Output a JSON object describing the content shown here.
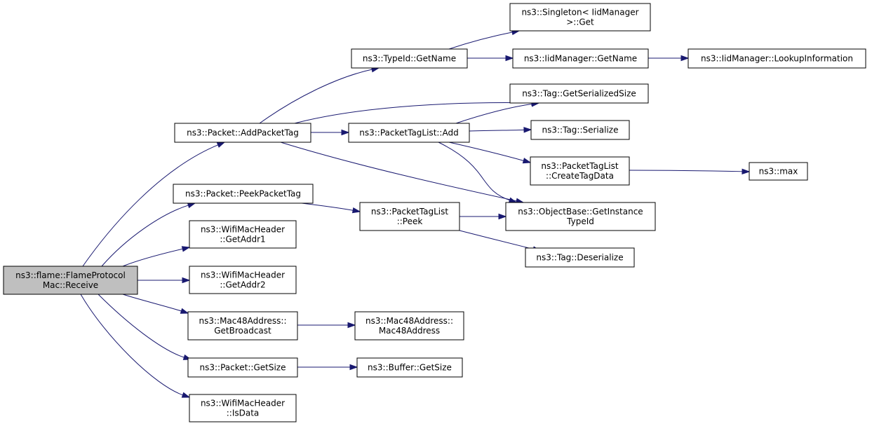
{
  "colors": {
    "edge": "#191970",
    "root_fill": "#bfbfbf",
    "node_fill": "#ffffff",
    "border": "#000000"
  },
  "nodes": [
    {
      "id": "n0",
      "lines": [
        "ns3::flame::FlameProtocol",
        "Mac::Receive"
      ],
      "root": true
    },
    {
      "id": "n1",
      "lines": [
        "ns3::Packet::AddPacketTag"
      ]
    },
    {
      "id": "n2",
      "lines": [
        "ns3::Packet::PeekPacketTag"
      ]
    },
    {
      "id": "n3",
      "lines": [
        "ns3::WifiMacHeader",
        "::GetAddr1"
      ]
    },
    {
      "id": "n4",
      "lines": [
        "ns3::WifiMacHeader",
        "::GetAddr2"
      ]
    },
    {
      "id": "n5",
      "lines": [
        "ns3::Mac48Address::",
        "GetBroadcast"
      ]
    },
    {
      "id": "n6",
      "lines": [
        "ns3::Packet::GetSize"
      ]
    },
    {
      "id": "n7",
      "lines": [
        "ns3::WifiMacHeader",
        "::IsData"
      ]
    },
    {
      "id": "n8",
      "lines": [
        "ns3::TypeId::GetName"
      ]
    },
    {
      "id": "n9",
      "lines": [
        "ns3::PacketTagList::Add"
      ]
    },
    {
      "id": "n10",
      "lines": [
        "ns3::ObjectBase::GetInstance",
        "TypeId"
      ]
    },
    {
      "id": "n11",
      "lines": [
        "ns3::Tag::GetSerializedSize"
      ]
    },
    {
      "id": "n12",
      "lines": [
        "ns3::PacketTagList",
        "::Peek"
      ]
    },
    {
      "id": "n13",
      "lines": [
        "ns3::Mac48Address::",
        "Mac48Address"
      ]
    },
    {
      "id": "n14",
      "lines": [
        "ns3::Buffer::GetSize"
      ]
    },
    {
      "id": "n15",
      "lines": [
        "ns3::Singleton< IidManager",
        " >::Get"
      ]
    },
    {
      "id": "n16",
      "lines": [
        "ns3::IidManager::GetName"
      ]
    },
    {
      "id": "n17",
      "lines": [
        "ns3::IidManager::LookupInformation"
      ]
    },
    {
      "id": "n18",
      "lines": [
        "ns3::Tag::Serialize"
      ]
    },
    {
      "id": "n19",
      "lines": [
        "ns3::PacketTagList",
        "::CreateTagData"
      ]
    },
    {
      "id": "n20",
      "lines": [
        "ns3::max"
      ]
    },
    {
      "id": "n21",
      "lines": [
        "ns3::Tag::Deserialize"
      ]
    }
  ],
  "edges": [
    {
      "from": "n0",
      "to": "n1"
    },
    {
      "from": "n0",
      "to": "n2"
    },
    {
      "from": "n0",
      "to": "n3"
    },
    {
      "from": "n0",
      "to": "n4"
    },
    {
      "from": "n0",
      "to": "n5"
    },
    {
      "from": "n0",
      "to": "n6"
    },
    {
      "from": "n0",
      "to": "n7"
    },
    {
      "from": "n1",
      "to": "n8"
    },
    {
      "from": "n1",
      "to": "n11"
    },
    {
      "from": "n1",
      "to": "n9"
    },
    {
      "from": "n1",
      "to": "n10"
    },
    {
      "from": "n2",
      "to": "n12"
    },
    {
      "from": "n5",
      "to": "n13"
    },
    {
      "from": "n6",
      "to": "n14"
    },
    {
      "from": "n8",
      "to": "n15"
    },
    {
      "from": "n8",
      "to": "n16"
    },
    {
      "from": "n16",
      "to": "n17"
    },
    {
      "from": "n9",
      "to": "n11"
    },
    {
      "from": "n9",
      "to": "n18"
    },
    {
      "from": "n9",
      "to": "n19"
    },
    {
      "from": "n9",
      "to": "n10"
    },
    {
      "from": "n19",
      "to": "n20"
    },
    {
      "from": "n12",
      "to": "n10"
    },
    {
      "from": "n12",
      "to": "n21"
    }
  ]
}
